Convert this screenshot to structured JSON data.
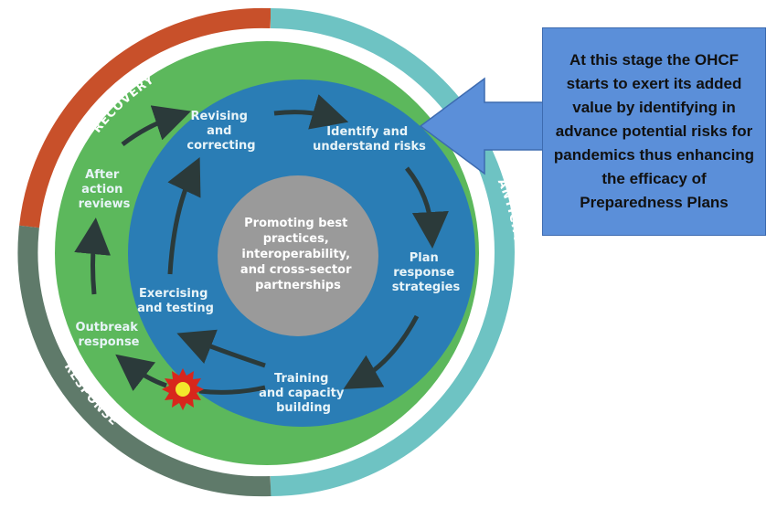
{
  "rings": {
    "recovery": "RECOVERY",
    "anticipation": "ANTICIPATION",
    "response": "RESPONSE"
  },
  "center": {
    "lines": [
      "Promoting best",
      "practices,",
      "interoperability,",
      "and cross-sector",
      "partnerships"
    ]
  },
  "stages": {
    "revising": [
      "Revising",
      "and",
      "correcting"
    ],
    "identify": [
      "Identify and",
      "understand risks"
    ],
    "plan": [
      "Plan",
      "response",
      "strategies"
    ],
    "training": [
      "Training",
      "and capacity",
      "building"
    ],
    "exercising": [
      "Exercising",
      "and testing"
    ],
    "outbreak": [
      "Outbreak",
      "response"
    ],
    "after_action": [
      "After",
      "action",
      "reviews"
    ]
  },
  "callout": {
    "text": "At this stage the OHCF starts to exert its added value by identifying in advance potential risks for pandemics thus enhancing the efficacy of Preparedness Plans"
  },
  "colors": {
    "recovery_ring": "#c8502a",
    "anticipation_ring": "#6ec3c3",
    "response_ring": "#5f7a6a",
    "green_disk": "#5cb85c",
    "blue_disk": "#2a7db5",
    "center_disk": "#9a9a9a",
    "callout": "#5b8fd9",
    "arrow": "#2b3a3a"
  }
}
